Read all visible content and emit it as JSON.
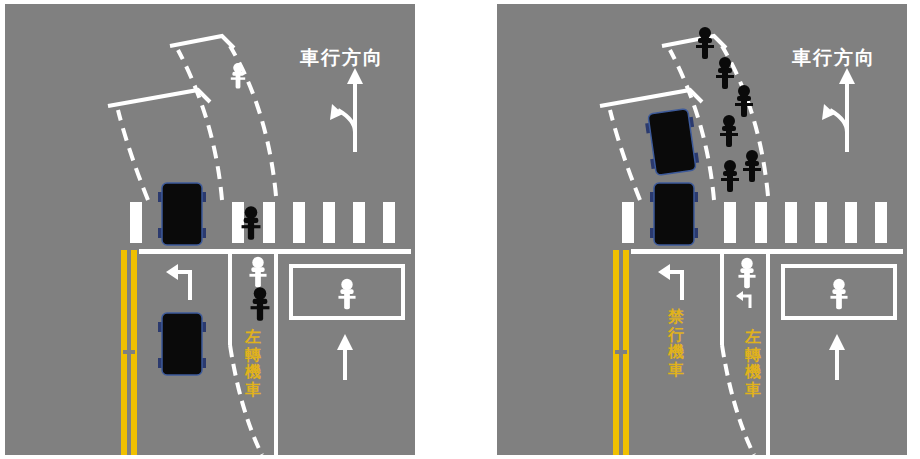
{
  "diagram": {
    "labels": [
      "車行方向",
      "左轉機車",
      "車行方向",
      "禁行機車",
      "左轉機車"
    ]
  }
}
